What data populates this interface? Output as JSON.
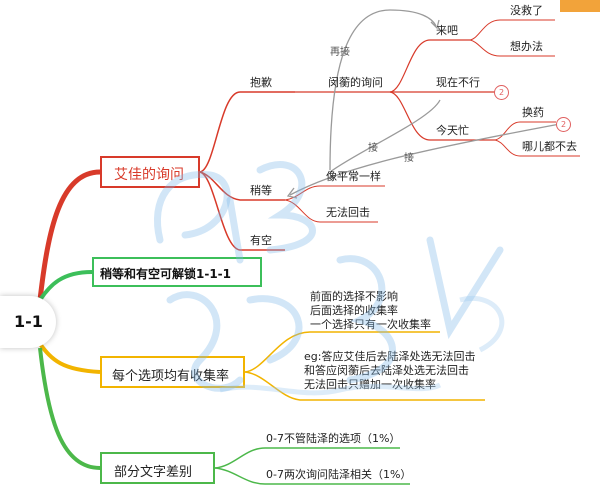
{
  "root": {
    "label": "1-1"
  },
  "colors": {
    "red": "#d83a2a",
    "red_light": "#e05a47",
    "yellow": "#f2b400",
    "green": "#4cb84a",
    "gray": "#9a9a9a"
  },
  "branch1": {
    "label": "艾佳的询问",
    "children": [
      {
        "label": "抱歉"
      },
      {
        "label": "稍等"
      },
      {
        "label": "有空"
      }
    ],
    "inquiry": {
      "label": "闵蘅的询问",
      "options": [
        {
          "label": "来吧",
          "sub": [
            "没救了",
            "想办法"
          ]
        },
        {
          "label": "现在不行",
          "badge": "2"
        },
        {
          "label": "今天忙",
          "sub": [
            "换药",
            "哪儿都不去"
          ],
          "badge": "2"
        }
      ]
    },
    "wait_children": [
      {
        "label": "像平常一样"
      },
      {
        "label": "无法回击"
      }
    ],
    "connectors": {
      "again": "再接",
      "connect1": "接",
      "connect2": "接"
    }
  },
  "branch2": {
    "label": "稍等和有空可解锁1-1-1"
  },
  "branch3": {
    "label": "每个选项均有收集率",
    "notes1": [
      "前面的选择不影响",
      "后面选择的收集率",
      "一个选择只有一次收集率"
    ],
    "notes2": [
      "eg:答应艾佳后去陆泽处选无法回击",
      "和答应闵蘅后去陆泽处选无法回击",
      "无法回击只赠加一次收集率"
    ]
  },
  "branch4": {
    "label": "部分文字差别",
    "items": [
      "0-7不管陆泽的选项（1%）",
      "0-7两次询问陆泽相关（1%）"
    ]
  }
}
